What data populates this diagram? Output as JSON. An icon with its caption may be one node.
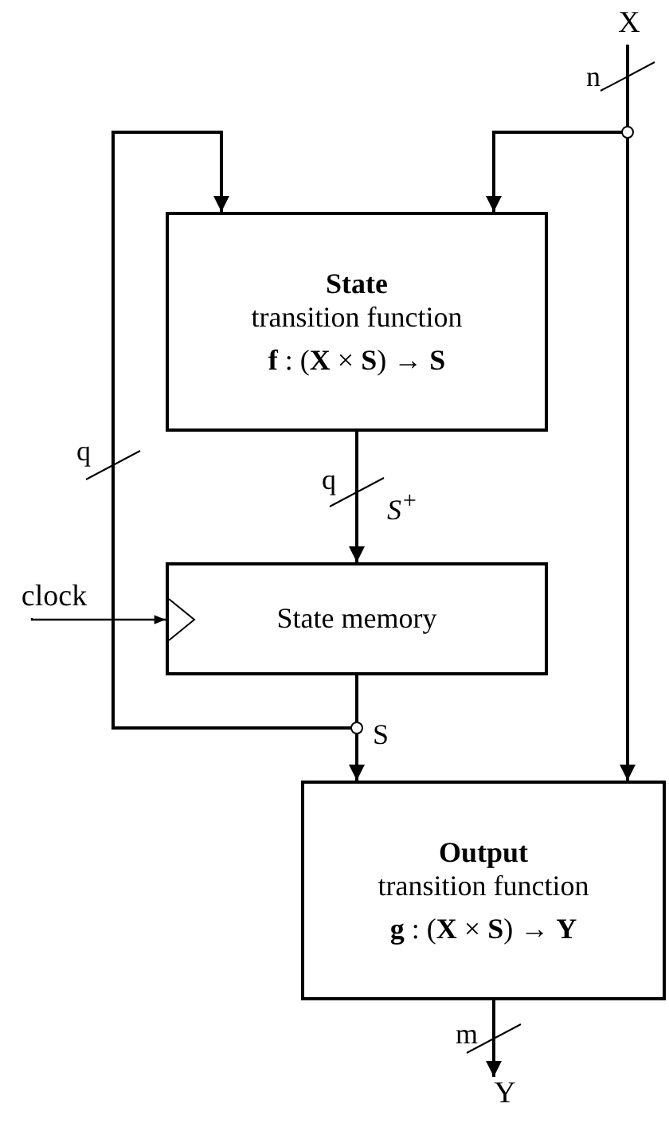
{
  "diagram": {
    "nodes": [
      {
        "text": [
          "X"
        ]
      },
      {
        "text": [
          "State",
          "transition function",
          "**f** : (**X** × **S**) → **S**"
        ]
      },
      {
        "text": [
          "clock"
        ]
      },
      {
        "text": [
          "State memory"
        ]
      },
      {
        "text": [
          "Output",
          "transition function",
          "**g** : (**X** × **S**) → **Y**"
        ]
      },
      {
        "text": [
          "Y"
        ]
      }
    ],
    "edges": [
      {
        "from": 0,
        "to": 1,
        "arrow": "to"
      },
      {
        "from": 0,
        "to": 4,
        "arrow": "to"
      },
      {
        "from": 1,
        "to": 3,
        "arrow": "to",
        "label": "S$^{+}$"
      },
      {
        "from": 2,
        "to": 3,
        "arrow": "to"
      },
      {
        "from": 3,
        "to": 1,
        "arrow": "to"
      },
      {
        "from": 3,
        "to": 4,
        "arrow": "to",
        "label": "S"
      },
      {
        "from": 4,
        "to": 5,
        "arrow": "to"
      }
    ],
    "labels": [
      "n",
      "q",
      "q",
      "m"
    ]
  }
}
